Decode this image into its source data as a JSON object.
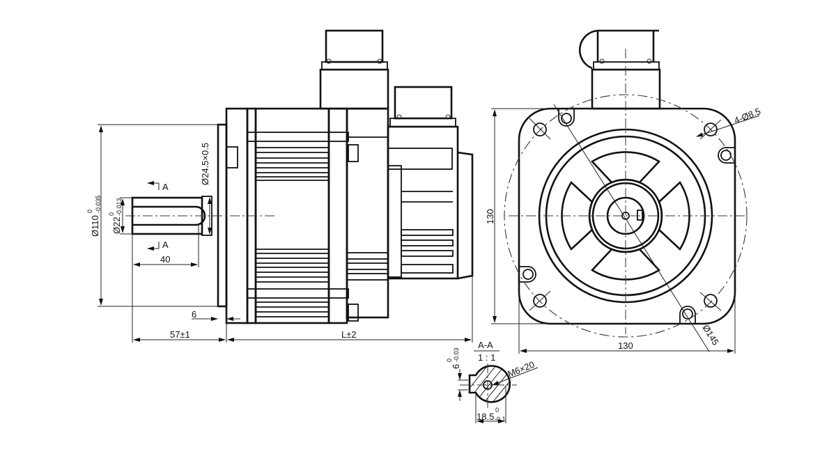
{
  "drawing": {
    "title": "Servo motor outline dimensions",
    "colors": {
      "line": "#111111",
      "background": "#ffffff"
    },
    "side_view": {
      "flange_diameter": {
        "label": "Ø110",
        "tol_upper": "0",
        "tol_lower": "-0.035"
      },
      "shaft_diameter": {
        "label": "Ø22",
        "tol_upper": "0",
        "tol_lower": "-0.013"
      },
      "shoulder_diameter": {
        "label": "Ø24.5×0.5"
      },
      "key_length": {
        "label": "40"
      },
      "flange_thickness": {
        "label": "6"
      },
      "shaft_length": {
        "label": "57±1"
      },
      "body_length": {
        "label": "L±2"
      },
      "section_marker_top": "A",
      "section_marker_bottom": "A"
    },
    "front_view": {
      "height": {
        "label": "130"
      },
      "width": {
        "label": "130"
      },
      "mount_holes": {
        "label": "4-Ø8.5"
      },
      "pitch_circle": {
        "label": "Ø145"
      }
    },
    "section_view": {
      "title": "A-A",
      "scale": "1 : 1",
      "key_width": {
        "label": "6",
        "tol_upper": "0",
        "tol_lower": "-0.03"
      },
      "thread": {
        "label": "M6×20"
      },
      "key_depth": {
        "label": "18.5",
        "tol_upper": "0",
        "tol_lower": "-0.1"
      }
    }
  }
}
